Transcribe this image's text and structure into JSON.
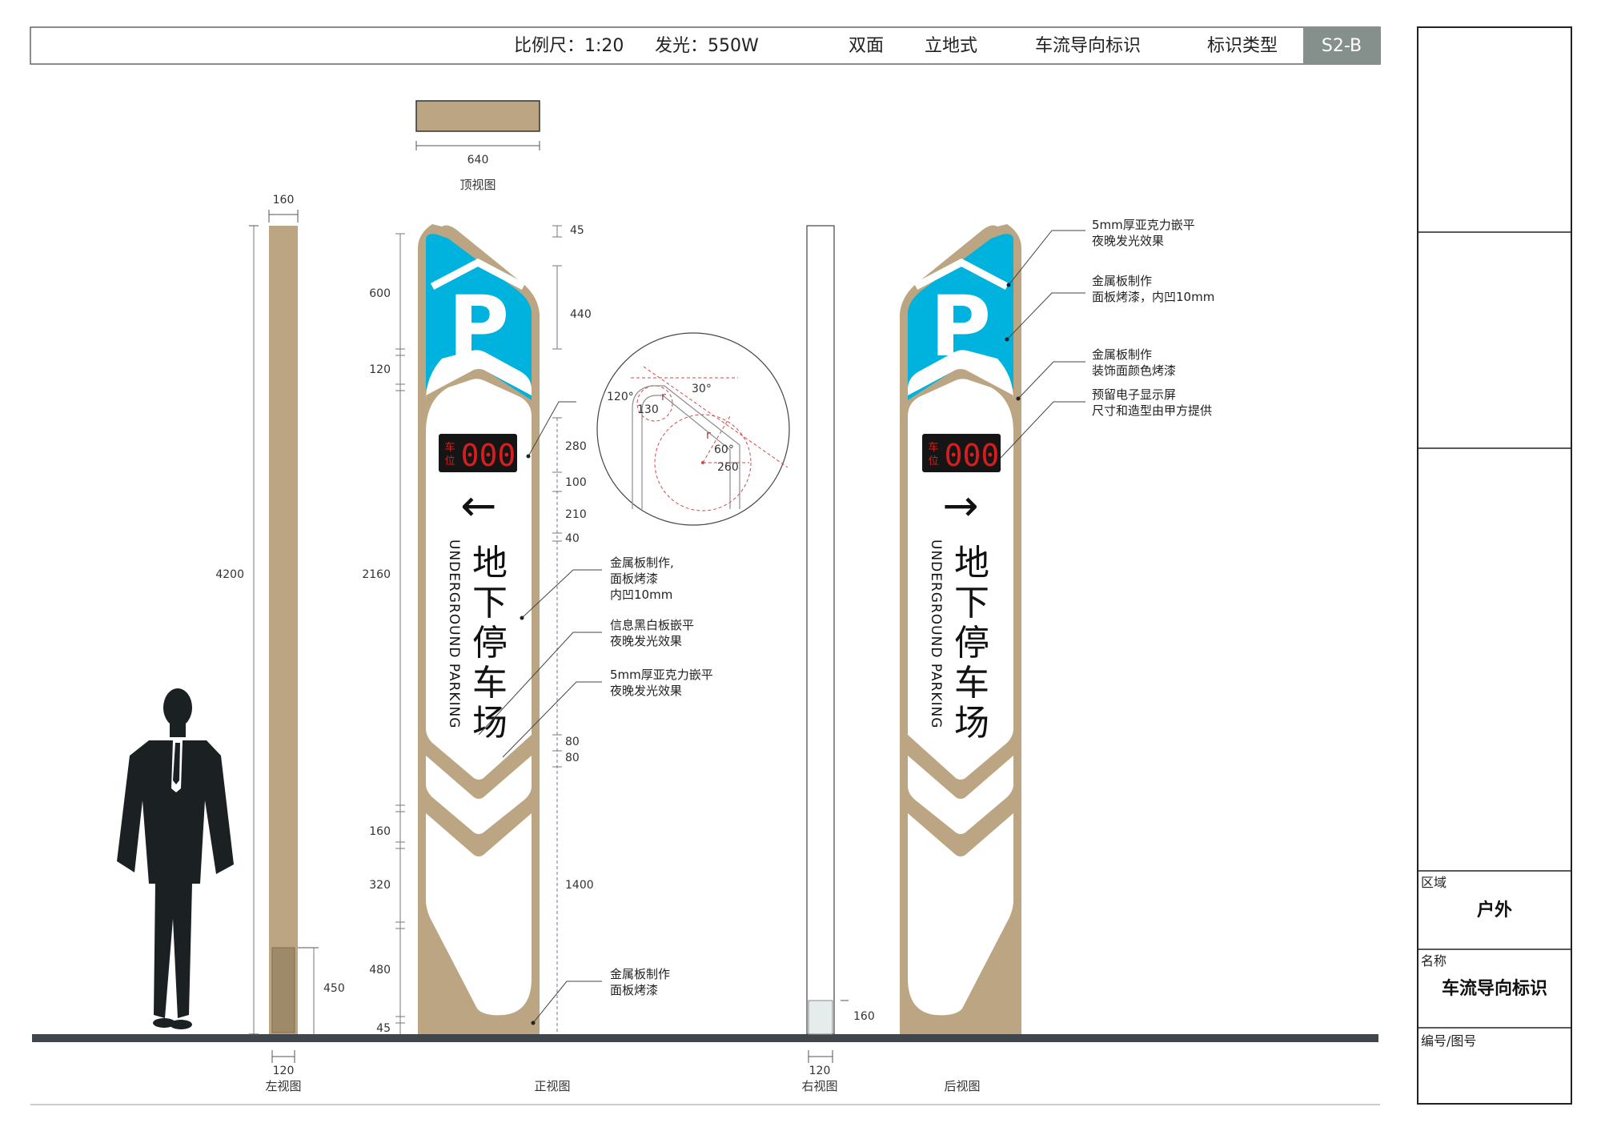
{
  "header": {
    "scale": "比例尺：1:20",
    "power": "发光：550W",
    "sides": "双面",
    "mount": "立地式",
    "sign_name": "车流导向标识",
    "type_label": "标识类型",
    "code": "S2-B"
  },
  "views": {
    "left": "左视图",
    "front": "正视图",
    "right": "右视图",
    "back": "后视图",
    "top": "顶视图"
  },
  "dims": {
    "top_width": "640",
    "side_top": "160",
    "height_total": "4200",
    "base_height": "450",
    "left_base_width": "120",
    "front_45_top": "45",
    "front_600": "600",
    "front_440": "440",
    "front_120": "120",
    "front_280": "280",
    "front_100": "100",
    "front_210": "210",
    "front_40": "40",
    "front_2160": "2160",
    "front_80a": "80",
    "front_80b": "80",
    "front_160": "160",
    "front_320": "320",
    "front_1400": "1400",
    "front_480": "480",
    "front_45_bottom": "45",
    "right_base_height": "160",
    "right_base_width": "120"
  },
  "detail": {
    "angle_120": "120°",
    "angle_30": "30°",
    "angle_60": "60°",
    "r1": "r",
    "r2": "r",
    "d130": "130",
    "d260": "260"
  },
  "sign": {
    "parking_letter": "P",
    "counter_label_1": "车",
    "counter_label_2": "位",
    "counter_value": "000",
    "arrow_front": "←",
    "arrow_back": "→",
    "cn_title": [
      "地",
      "下",
      "停",
      "车",
      "场"
    ],
    "en_title": "UNDERGROUND PARKING"
  },
  "notes_front": {
    "n1": [
      "金属板制作,",
      "面板烤漆",
      "内凹10mm"
    ],
    "n2": [
      "信息黑白板嵌平",
      "夜晚发光效果"
    ],
    "n3": [
      "5mm厚亚克力嵌平",
      "夜晚发光效果"
    ],
    "n4": [
      "金属板制作",
      "面板烤漆"
    ]
  },
  "notes_back": {
    "n1": [
      "5mm厚亚克力嵌平",
      "夜晚发光效果"
    ],
    "n2": [
      "金属板制作",
      "面板烤漆，内凹10mm"
    ],
    "n3": [
      "金属板制作",
      "装饰面颜色烤漆"
    ],
    "n4": [
      "预留电子显示屏",
      "尺寸和造型由甲方提供"
    ]
  },
  "title_block": {
    "area_label": "区域",
    "area_value": "户外",
    "name_label": "名称",
    "name_value": "车流导向标识",
    "number_label": "编号/图号"
  },
  "colors": {
    "frame": "#bba582",
    "frame_dark": "#9e8a68",
    "sky": "#00b2de",
    "panel": "#ffffff",
    "ground": "#3f474c",
    "header_tag": "#858f8c",
    "led": "#d61e1e",
    "led_bg": "#151515"
  }
}
